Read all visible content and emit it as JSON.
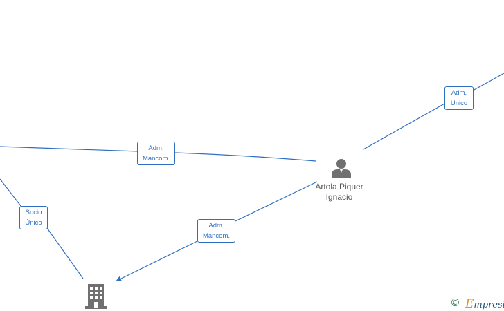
{
  "edges": [
    {
      "id": "e1",
      "label_line1": "Adm.",
      "label_line2": "Mancom."
    },
    {
      "id": "e2",
      "label_line1": "Adm.",
      "label_line2": "Unico"
    },
    {
      "id": "e3",
      "label_line1": "Socio",
      "label_line2": "Único"
    },
    {
      "id": "e4",
      "label_line1": "Adm.",
      "label_line2": "Mancom."
    }
  ],
  "nodes": {
    "person": {
      "name_line1": "Artola Piquer",
      "name_line2": "Ignacio",
      "icon": "person-icon"
    },
    "company": {
      "icon": "building-icon"
    }
  },
  "footer": {
    "copyright_symbol": "©",
    "brand_first": "E",
    "brand_rest": "mpresia"
  },
  "colors": {
    "edge": "#2f6fc2",
    "icon": "#707070",
    "text": "#555555"
  }
}
